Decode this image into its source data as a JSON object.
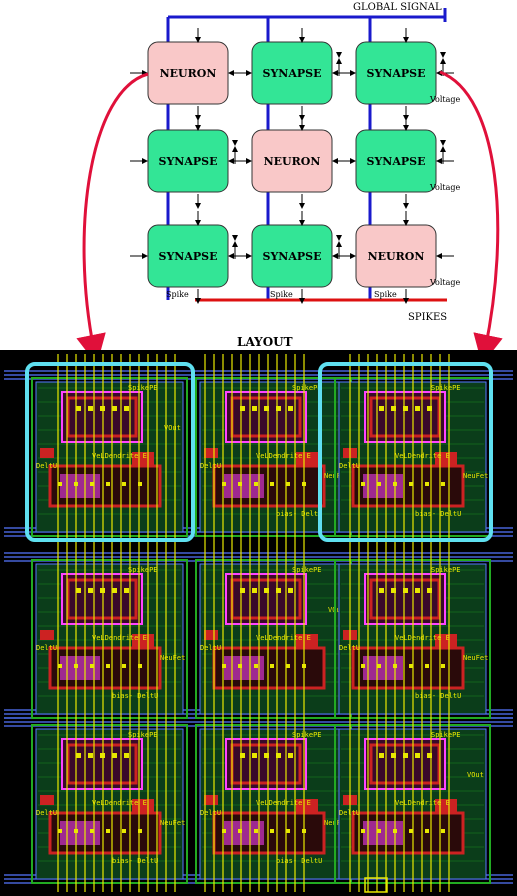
{
  "diagram": {
    "global_signal_label": "GLOBAL SIGNAL",
    "spikes_label": "SPIKES",
    "layout_label": "LAYOUT",
    "cells": [
      [
        "NEURON",
        "SYNAPSE",
        "SYNAPSE"
      ],
      [
        "SYNAPSE",
        "NEURON",
        "SYNAPSE"
      ],
      [
        "SYNAPSE",
        "SYNAPSE",
        "NEURON"
      ]
    ],
    "voltage_label": "Voltage",
    "spike_label": "Spike",
    "colors": {
      "neuron_fill": "#f9c8c8",
      "synapse_fill": "#33e596",
      "global_bus": "#1a1acc",
      "spikes_bus": "#dd1111",
      "arrow_red": "#e0103a",
      "highlight_cyan": "#5fe0f0"
    }
  },
  "layout": {
    "cell_types": [
      [
        "neuron",
        "synapse",
        "synapse"
      ],
      [
        "synapse",
        "neuron",
        "synapse"
      ],
      [
        "synapse",
        "synapse",
        "neuron"
      ]
    ],
    "labels": {
      "dendrite": "VeLDendrite E",
      "spike": "SpikePE",
      "deltu": "DeltU",
      "neufet": "NeuFet",
      "bias": "bias- DeltU",
      "vout": "VOut"
    },
    "colors": {
      "background": "#000000",
      "poly": "#e8e800",
      "metal": "#cc2222",
      "diffusion": "#22aa22",
      "well": "#5577ff",
      "via": "#ff44ff"
    }
  }
}
